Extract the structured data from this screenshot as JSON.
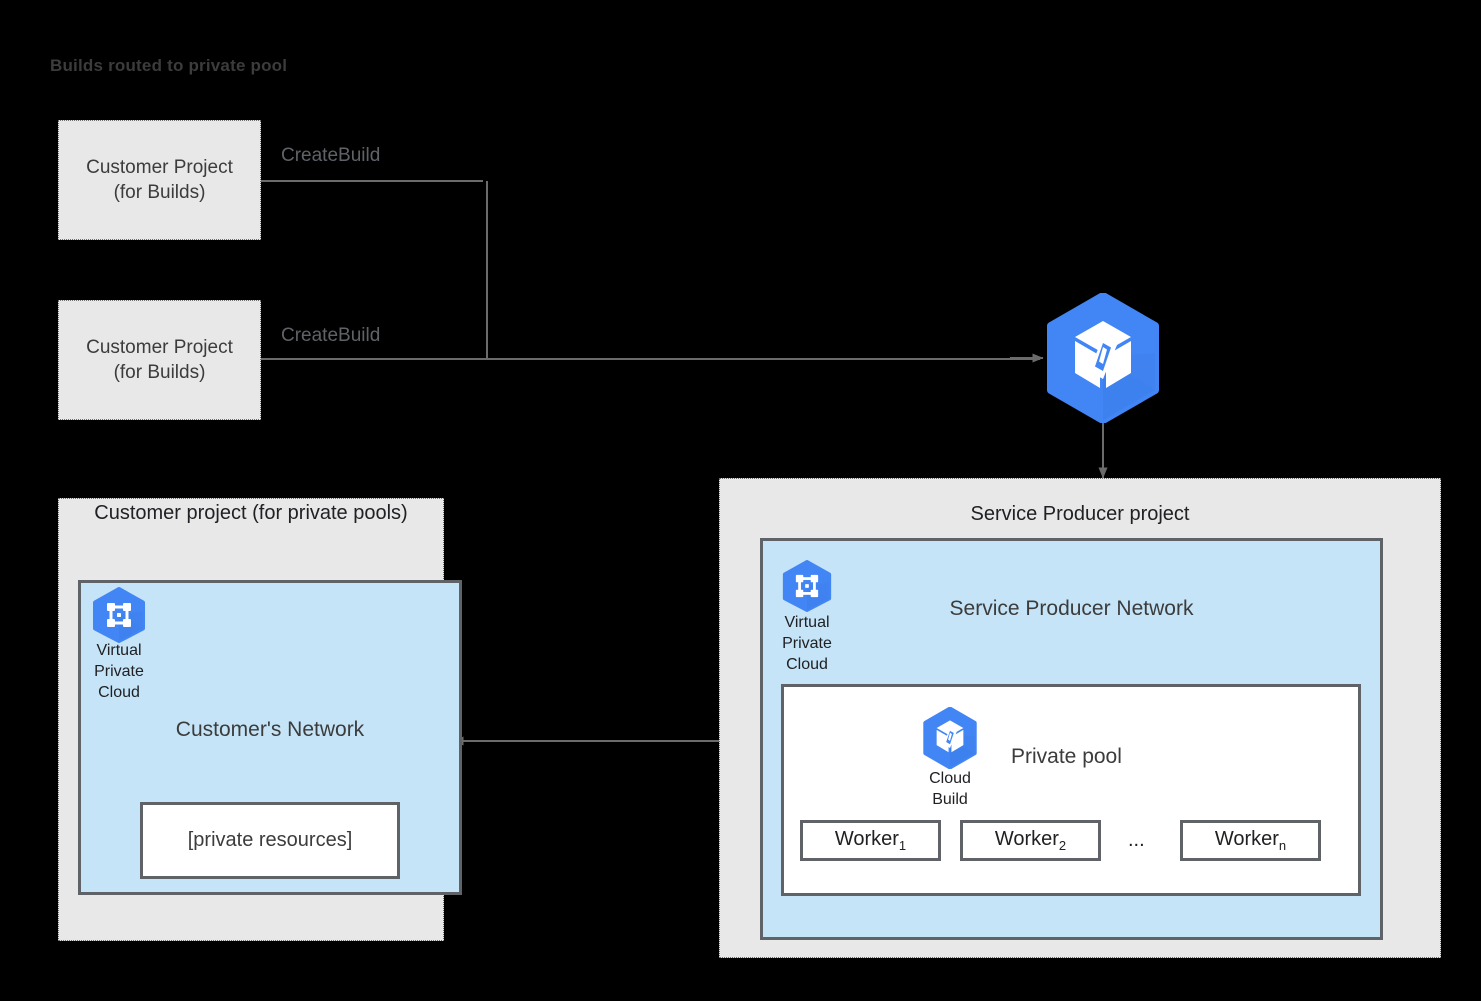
{
  "title": "Builds routed to private pool",
  "colors": {
    "background": "#000000",
    "container_fill": "#e8e8e8",
    "container_border": "#707070",
    "network_fill": "#c5e4f7",
    "network_border": "#5f6368",
    "line": "#6b6b6b",
    "gcp_blue": "#4285f4",
    "gcp_blue_shadow": "#3b7de9",
    "title_text": "#3c3c3c",
    "body_text": "#202124"
  },
  "customer_build_projects": [
    {
      "label": "Customer Project\n(for Builds)",
      "edge_label": "CreateBuild"
    },
    {
      "label": "Customer Project\n(for Builds)",
      "edge_label": "CreateBuild"
    }
  ],
  "cloud_build_service": {
    "icon": "cloud-build-icon"
  },
  "customer_private_pool_project": {
    "title": "Customer project (for private pools)",
    "vpc_icon_caption": "Virtual\nPrivate\nCloud",
    "network_label": "Customer's Network",
    "private_resources_label": "[private resources]"
  },
  "service_producer_project": {
    "title": "Service Producer project",
    "vpc_icon_caption": "Virtual\nPrivate\nCloud",
    "network_label": "Service Producer Network",
    "private_pool": {
      "label": "Private pool",
      "icon_caption": "Cloud\nBuild",
      "workers": [
        {
          "name": "Worker",
          "sub": "1"
        },
        {
          "name": "Worker",
          "sub": "2"
        },
        {
          "name": "Worker",
          "sub": "n"
        }
      ],
      "ellipsis": "..."
    }
  },
  "connectors": {
    "peering_description": "bidirectional network peering arrow",
    "routing_description": "CreateBuild calls routed to Cloud Build service"
  }
}
